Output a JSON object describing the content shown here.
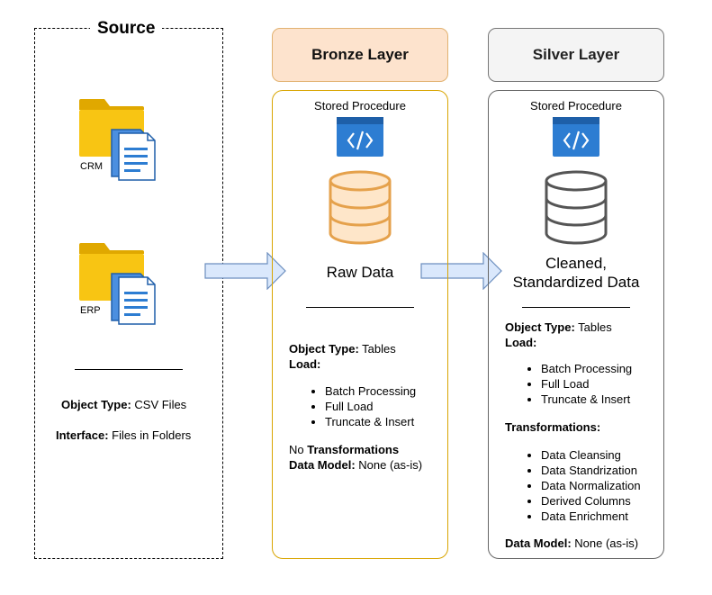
{
  "source": {
    "title": "Source",
    "crm_label": "CRM",
    "erp_label": "ERP",
    "object_type_label": "Object Type:",
    "object_type_value": " CSV Files",
    "interface_label": "Interface:",
    "interface_value": " Files in Folders"
  },
  "bronze": {
    "header": "Bronze Layer",
    "stored_procedure": "Stored Procedure",
    "data_title": "Raw Data",
    "object_type_label": "Object Type:",
    "object_type_value": " Tables",
    "load_label": "Load:",
    "load_items": [
      "Batch Processing",
      "Full Load",
      "Truncate & Insert"
    ],
    "no_prefix": "No ",
    "transformations_label": "Transformations",
    "data_model_label": "Data Model:",
    "data_model_value": " None (as-is)"
  },
  "silver": {
    "header": "Silver Layer",
    "stored_procedure": "Stored Procedure",
    "data_title_line1": "Cleaned,",
    "data_title_line2": "Standardized Data",
    "object_type_label": "Object Type:",
    "object_type_value": " Tables",
    "load_label": "Load:",
    "load_items": [
      "Batch Processing",
      "Full Load",
      "Truncate & Insert"
    ],
    "transformations_label": "Transformations:",
    "transformation_items": [
      "Data Cleansing",
      "Data Standrization",
      "Data Normalization",
      "Derived Columns",
      "Data Enrichment"
    ],
    "data_model_label": "Data Model:",
    "data_model_value": " None (as-is)"
  },
  "colors": {
    "bronze_fill": "#fde3cd",
    "bronze_border": "#d9a500",
    "bronze_db_fill": "#fee6c9",
    "bronze_db_stroke": "#e5a14b",
    "silver_fill": "#f4f4f4",
    "silver_border": "#666666",
    "arrow_fill": "#dae8fc",
    "arrow_stroke": "#6c8ebf",
    "folder_yellow": "#f8c513",
    "code_blue": "#2d7dd2"
  },
  "icons": [
    "folder-document-icon",
    "code-icon",
    "database-icon",
    "arrow-right-icon"
  ]
}
